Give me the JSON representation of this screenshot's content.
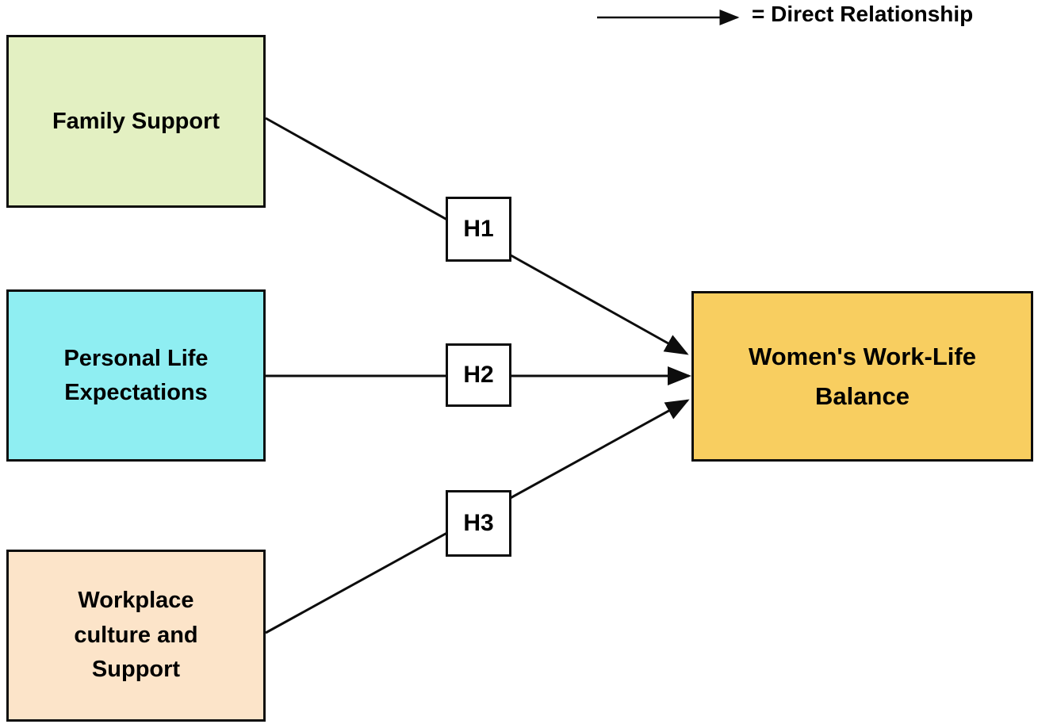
{
  "legend": {
    "arrow_meaning": "= Direct Relationship"
  },
  "nodes": {
    "family_support": {
      "label": "Family Support",
      "fill": "#e3f0c2"
    },
    "personal_life": {
      "label": "Personal Life\nExpectations",
      "fill": "#8feef2"
    },
    "workplace": {
      "label": "Workplace\nculture and\nSupport",
      "fill": "#fce4c9"
    },
    "outcome": {
      "label": "Women's Work-Life\nBalance",
      "fill": "#f8ce60"
    }
  },
  "edges": [
    {
      "label": "H1",
      "from": "family_support",
      "to": "outcome",
      "relationship": "Direct Relationship"
    },
    {
      "label": "H2",
      "from": "personal_life",
      "to": "outcome",
      "relationship": "Direct Relationship"
    },
    {
      "label": "H3",
      "from": "workplace",
      "to": "outcome",
      "relationship": "Direct Relationship"
    }
  ],
  "colors": {
    "line": "#0d0d0d"
  }
}
